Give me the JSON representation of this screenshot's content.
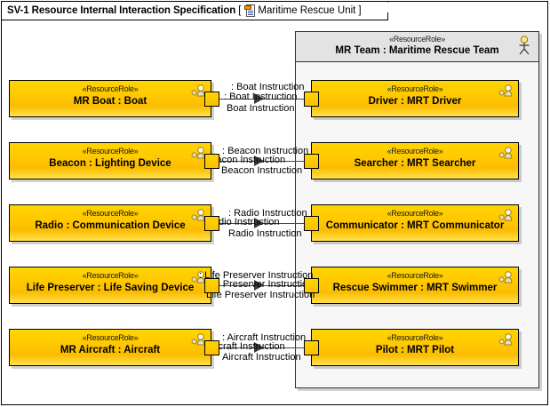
{
  "frame": {
    "title": "SV-1 Resource Internal Interaction Specification",
    "bracket_open": "[",
    "bracket_close": "]",
    "subject": "Maritime Rescue Unit",
    "icon": "document-icon"
  },
  "team": {
    "stereotype": "«ResourceRole»",
    "name": "MR Team : Maritime Rescue Team",
    "icon": "actor-icon"
  },
  "stereotype": "«ResourceRole»",
  "colors": {
    "role_fill_top": "#ffd400",
    "role_fill_bottom": "#ffe14d",
    "role_border": "#000000",
    "team_header_fill": "#e3e3e3",
    "team_body_fill": "#f7f7f7",
    "connector": "#4a4a4a"
  },
  "left_roles": [
    {
      "stereotype": "«ResourceRole»",
      "name": "MR Boat : Boat",
      "icon": "resource-role-icon"
    },
    {
      "stereotype": "«ResourceRole»",
      "name": "Beacon : Lighting Device",
      "icon": "resource-role-icon"
    },
    {
      "stereotype": "«ResourceRole»",
      "name": "Radio : Communication Device",
      "icon": "resource-role-icon"
    },
    {
      "stereotype": "«ResourceRole»",
      "name": "Life Preserver : Life Saving Device",
      "icon": "resource-role-icon"
    },
    {
      "stereotype": "«ResourceRole»",
      "name": "MR Aircraft : Aircraft",
      "icon": "resource-role-icon"
    }
  ],
  "right_roles": [
    {
      "stereotype": "«ResourceRole»",
      "name": "Driver : MRT Driver",
      "icon": "resource-role-icon"
    },
    {
      "stereotype": "«ResourceRole»",
      "name": "Searcher : MRT Searcher",
      "icon": "resource-role-icon"
    },
    {
      "stereotype": "«ResourceRole»",
      "name": "Communicator : MRT Communicator",
      "icon": "resource-role-icon"
    },
    {
      "stereotype": "«ResourceRole»",
      "name": "Rescue Swimmer : MRT Swimmer",
      "icon": "resource-role-icon"
    },
    {
      "stereotype": "«ResourceRole»",
      "name": "Pilot : MRT Pilot",
      "icon": "resource-role-icon"
    }
  ],
  "connectors": [
    {
      "port_label": ": Boat Instruction",
      "connector_label": ": Boat Instruction",
      "interface_label": "Boat Instruction"
    },
    {
      "port_label": ": Beacon Instruction",
      "connector_label": "Beacon Instruction",
      "interface_label": "Beacon Instruction"
    },
    {
      "port_label": ": Radio Instruction",
      "connector_label": "Radio Instruction",
      "interface_label": "Radio Instruction"
    },
    {
      "port_label": ": Life Preserver Instruction",
      "connector_label": "Life Preserver Instruction",
      "interface_label": "Life Preserver Instruction"
    },
    {
      "port_label": ": Aircraft Instruction",
      "connector_label": "Aircraft Instruction",
      "interface_label": "Aircraft Instruction"
    }
  ]
}
